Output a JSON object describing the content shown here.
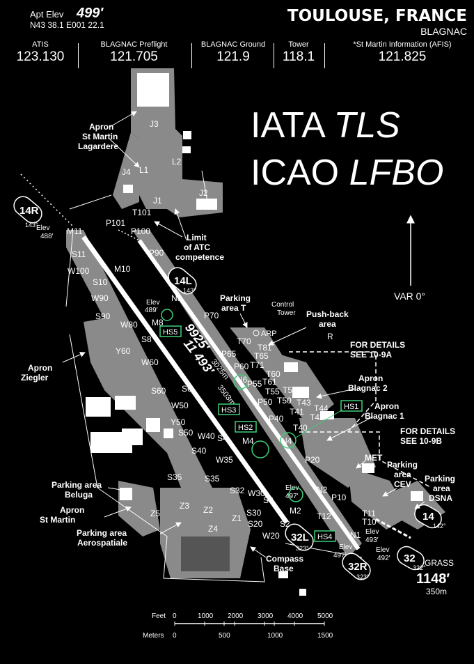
{
  "header": {
    "apt_elev_label": "Apt Elev",
    "apt_elev_value": "499′",
    "coords": "N43 38.1  E001 22.1",
    "city": "TOULOUSE, FRANCE",
    "airport": "BLAGNAC"
  },
  "frequencies": [
    {
      "label": "ATIS",
      "value": "123.130"
    },
    {
      "label": "BLAGNAC Preflight",
      "value": "121.705"
    },
    {
      "label": "BLAGNAC Ground",
      "value": "121.9"
    },
    {
      "label": "Tower",
      "value": "118.1"
    },
    {
      "label": "*St Martin Information (AFIS)",
      "value": "121.825"
    }
  ],
  "codes": {
    "iata_prefix": "IATA",
    "iata": "TLS",
    "icao_prefix": "ICAO",
    "icao": "LFBO"
  },
  "variation": "VAR 0°",
  "runways": {
    "r14r": {
      "id": "14R",
      "hdg": "143°",
      "elev_label": "Elev",
      "elev": "488′"
    },
    "r14l": {
      "id": "14L",
      "hdg": "143°",
      "elev_label": "Elev",
      "elev": "489′"
    },
    "r32l": {
      "id": "32L",
      "hdg": "323°",
      "elev_label": "Elev",
      "elev": "497′"
    },
    "r32r": {
      "id": "32R",
      "hdg": "323°",
      "elev_label": "Elev",
      "elev": "497′"
    },
    "r14": {
      "id": "14",
      "hdg": "142°",
      "elev_label": "Elev",
      "elev": "493′"
    },
    "r32": {
      "id": "32",
      "hdg": "322°",
      "elev_label": "Elev",
      "elev": "492′"
    },
    "rwy1_len_ft": "9925′",
    "rwy1_len_m": "3025m",
    "rwy2_len_ft": "11 493′",
    "rwy2_len_m": "3503m",
    "grass_label": "GRASS",
    "grass_len_ft": "1148′",
    "grass_len_m": "350m"
  },
  "hotspots": [
    "HS5",
    "HS3",
    "HS2",
    "HS1",
    "HS4"
  ],
  "areas": {
    "apron_st_martin_lagardere": [
      "Apron",
      "St Martin",
      "Lagardere"
    ],
    "limit_atc": [
      "Limit",
      "of ATC",
      "competence"
    ],
    "parking_t": [
      "Parking",
      "area T"
    ],
    "control_tower": [
      "Control",
      "Tower"
    ],
    "arp": "ARP",
    "pushback": [
      "Push-back",
      "area"
    ],
    "details_a": [
      "FOR DETAILS",
      "SEE 10-9A"
    ],
    "details_b": [
      "FOR DETAILS",
      "SEE 10-9B"
    ],
    "apron_ziegler": [
      "Apron",
      "Ziegler"
    ],
    "apron_blagnac2": [
      "Apron",
      "Blagnac 2"
    ],
    "apron_blagnac1": [
      "Apron",
      "Blagnac 1"
    ],
    "met": "MET",
    "parking_cev": [
      "Parking",
      "area",
      "CEV"
    ],
    "parking_dsna": [
      "Parking",
      "area",
      "DSNA"
    ],
    "parking_beluga": [
      "Parking area",
      "Beluga"
    ],
    "apron_st_martin": [
      "Apron",
      "St Martin"
    ],
    "parking_aerospatiale": [
      "Parking area",
      "Aerospatiale"
    ],
    "compass_base": [
      "Compass",
      "Base"
    ]
  },
  "taxiways": [
    "J3",
    "J4",
    "L1",
    "L2",
    "J1",
    "J2",
    "T101",
    "P101",
    "P100",
    "M11",
    "S11",
    "W100",
    "M10",
    "P90",
    "S10",
    "W90",
    "N8",
    "P70",
    "M8",
    "S90",
    "W80",
    "S8",
    "Y60",
    "W60",
    "T70",
    "T81",
    "T65",
    "P65",
    "P60",
    "T71",
    "T60",
    "N6",
    "P55",
    "T61",
    "T55",
    "T51",
    "P50",
    "T50",
    "T43",
    "T44",
    "T41",
    "T42",
    "S60",
    "S6",
    "W50",
    "P40",
    "T40",
    "Y50",
    "S50",
    "W40",
    "S4",
    "M4",
    "N4",
    "S40",
    "W35",
    "P20",
    "S35",
    "S35",
    "S32",
    "W30",
    "S3",
    "N2",
    "P10",
    "Z3",
    "Z2",
    "Z5",
    "Z4",
    "Z1",
    "S30",
    "M2",
    "T12",
    "T11",
    "T10",
    "S20",
    "S2",
    "W20",
    "N1",
    "R"
  ],
  "scale": {
    "feet_label": "Feet",
    "meters_label": "Meters",
    "feet_ticks": [
      "0",
      "1000",
      "2000",
      "3000",
      "4000",
      "5000"
    ],
    "meter_ticks": [
      "0",
      "500",
      "1000",
      "1500"
    ]
  }
}
